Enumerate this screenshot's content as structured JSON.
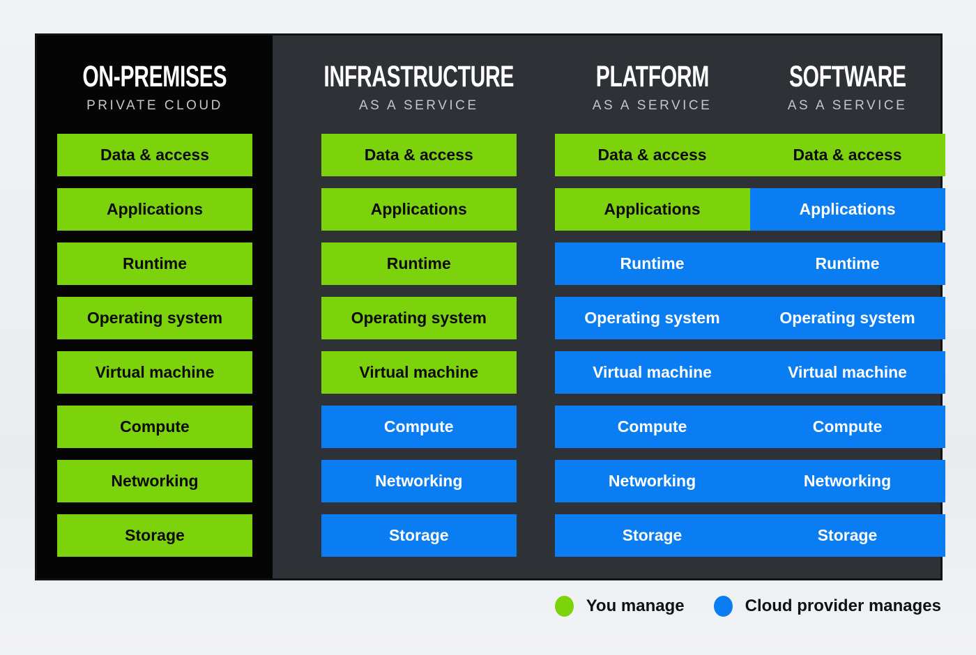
{
  "colors": {
    "you_green": "#7cd30b",
    "provider_blue": "#0a7df2",
    "panel_gray": "#2e3136",
    "onprem_black": "#050505"
  },
  "columns": [
    {
      "id": "on-premises",
      "title": "ON-PREMISES",
      "subtitle": "PRIVATE CLOUD",
      "layers": [
        {
          "label": "Data & access",
          "managed_by": "you"
        },
        {
          "label": "Applications",
          "managed_by": "you"
        },
        {
          "label": "Runtime",
          "managed_by": "you"
        },
        {
          "label": "Operating system",
          "managed_by": "you"
        },
        {
          "label": "Virtual machine",
          "managed_by": "you"
        },
        {
          "label": "Compute",
          "managed_by": "you"
        },
        {
          "label": "Networking",
          "managed_by": "you"
        },
        {
          "label": "Storage",
          "managed_by": "you"
        }
      ]
    },
    {
      "id": "iaas",
      "title": "INFRASTRUCTURE",
      "subtitle": "AS A SERVICE",
      "layers": [
        {
          "label": "Data & access",
          "managed_by": "you"
        },
        {
          "label": "Applications",
          "managed_by": "you"
        },
        {
          "label": "Runtime",
          "managed_by": "you"
        },
        {
          "label": "Operating system",
          "managed_by": "you"
        },
        {
          "label": "Virtual machine",
          "managed_by": "you"
        },
        {
          "label": "Compute",
          "managed_by": "provider"
        },
        {
          "label": "Networking",
          "managed_by": "provider"
        },
        {
          "label": "Storage",
          "managed_by": "provider"
        }
      ]
    },
    {
      "id": "paas",
      "title": "PLATFORM",
      "subtitle": "AS A SERVICE",
      "layers": [
        {
          "label": "Data & access",
          "managed_by": "you"
        },
        {
          "label": "Applications",
          "managed_by": "you"
        },
        {
          "label": "Runtime",
          "managed_by": "provider"
        },
        {
          "label": "Operating system",
          "managed_by": "provider"
        },
        {
          "label": "Virtual machine",
          "managed_by": "provider"
        },
        {
          "label": "Compute",
          "managed_by": "provider"
        },
        {
          "label": "Networking",
          "managed_by": "provider"
        },
        {
          "label": "Storage",
          "managed_by": "provider"
        }
      ]
    },
    {
      "id": "saas",
      "title": "SOFTWARE",
      "subtitle": "AS A SERVICE",
      "layers": [
        {
          "label": "Data & access",
          "managed_by": "you"
        },
        {
          "label": "Applications",
          "managed_by": "provider"
        },
        {
          "label": "Runtime",
          "managed_by": "provider"
        },
        {
          "label": "Operating system",
          "managed_by": "provider"
        },
        {
          "label": "Virtual machine",
          "managed_by": "provider"
        },
        {
          "label": "Compute",
          "managed_by": "provider"
        },
        {
          "label": "Networking",
          "managed_by": "provider"
        },
        {
          "label": "Storage",
          "managed_by": "provider"
        }
      ]
    }
  ],
  "legend": {
    "items": [
      {
        "key": "you",
        "label": "You manage",
        "color": "#7cd30b"
      },
      {
        "key": "provider",
        "label": "Cloud provider manages",
        "color": "#0a7df2"
      }
    ]
  }
}
